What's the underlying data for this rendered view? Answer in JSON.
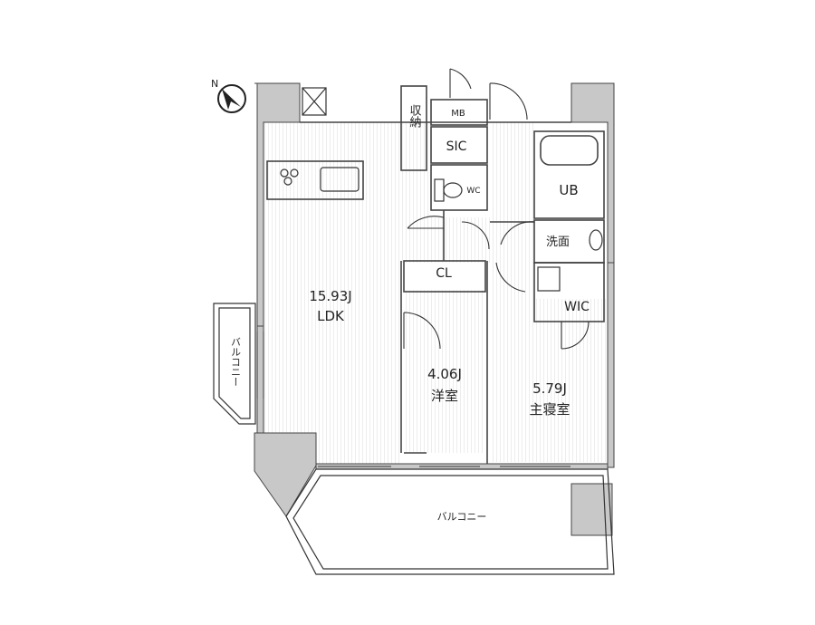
{
  "compass": {
    "letter": "N",
    "icon": "north-arrow-icon"
  },
  "rooms": {
    "ldk": {
      "size": "15.93J",
      "name": "LDK"
    },
    "western": {
      "size": "4.06J",
      "name": "洋室"
    },
    "master": {
      "size": "5.79J",
      "name": "主寝室"
    },
    "ub": {
      "name": "UB"
    },
    "washroom": {
      "name": "洗面"
    },
    "wic": {
      "name": "WIC"
    },
    "sic": {
      "name": "SIC"
    },
    "mb": {
      "name": "MB"
    },
    "wc": {
      "name": "WC"
    },
    "cl": {
      "name": "CL"
    },
    "storage": {
      "name": "収納"
    }
  },
  "balconies": {
    "side": {
      "name": "バルコニー"
    },
    "main": {
      "name": "バルコニー"
    }
  },
  "colors": {
    "wall": "#c8c8c8",
    "line": "#333333",
    "floor_stripe": "#ececec",
    "background": "#ffffff"
  }
}
